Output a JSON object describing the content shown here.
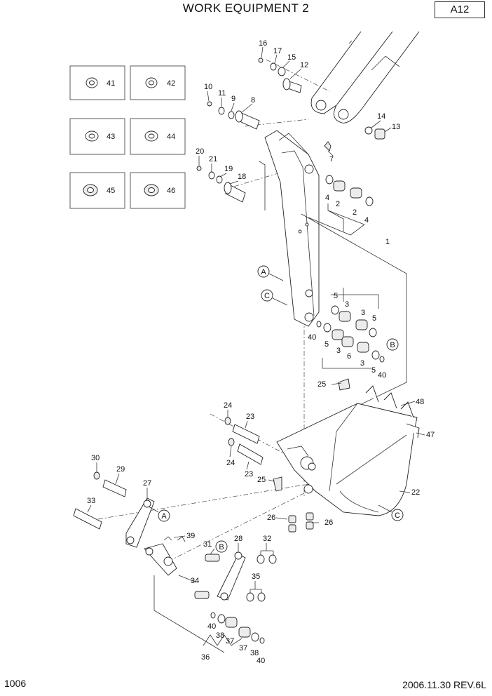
{
  "header": {
    "title": "WORK EQUIPMENT 2",
    "code": "A12"
  },
  "footer": {
    "page": "1006",
    "date_rev": "2006.11.30  REV.6L"
  },
  "inset_boxes": [
    "41",
    "42",
    "43",
    "44",
    "45",
    "46"
  ],
  "callouts": [
    "A",
    "B",
    "C"
  ],
  "part_numbers": [
    "1",
    "2",
    "3",
    "4",
    "5",
    "6",
    "7",
    "8",
    "9",
    "10",
    "11",
    "12",
    "13",
    "14",
    "15",
    "16",
    "17",
    "18",
    "19",
    "20",
    "21",
    "22",
    "23",
    "24",
    "25",
    "26",
    "27",
    "28",
    "29",
    "30",
    "31",
    "32",
    "33",
    "34",
    "35",
    "36",
    "37",
    "38",
    "39",
    "40",
    "47",
    "48"
  ]
}
